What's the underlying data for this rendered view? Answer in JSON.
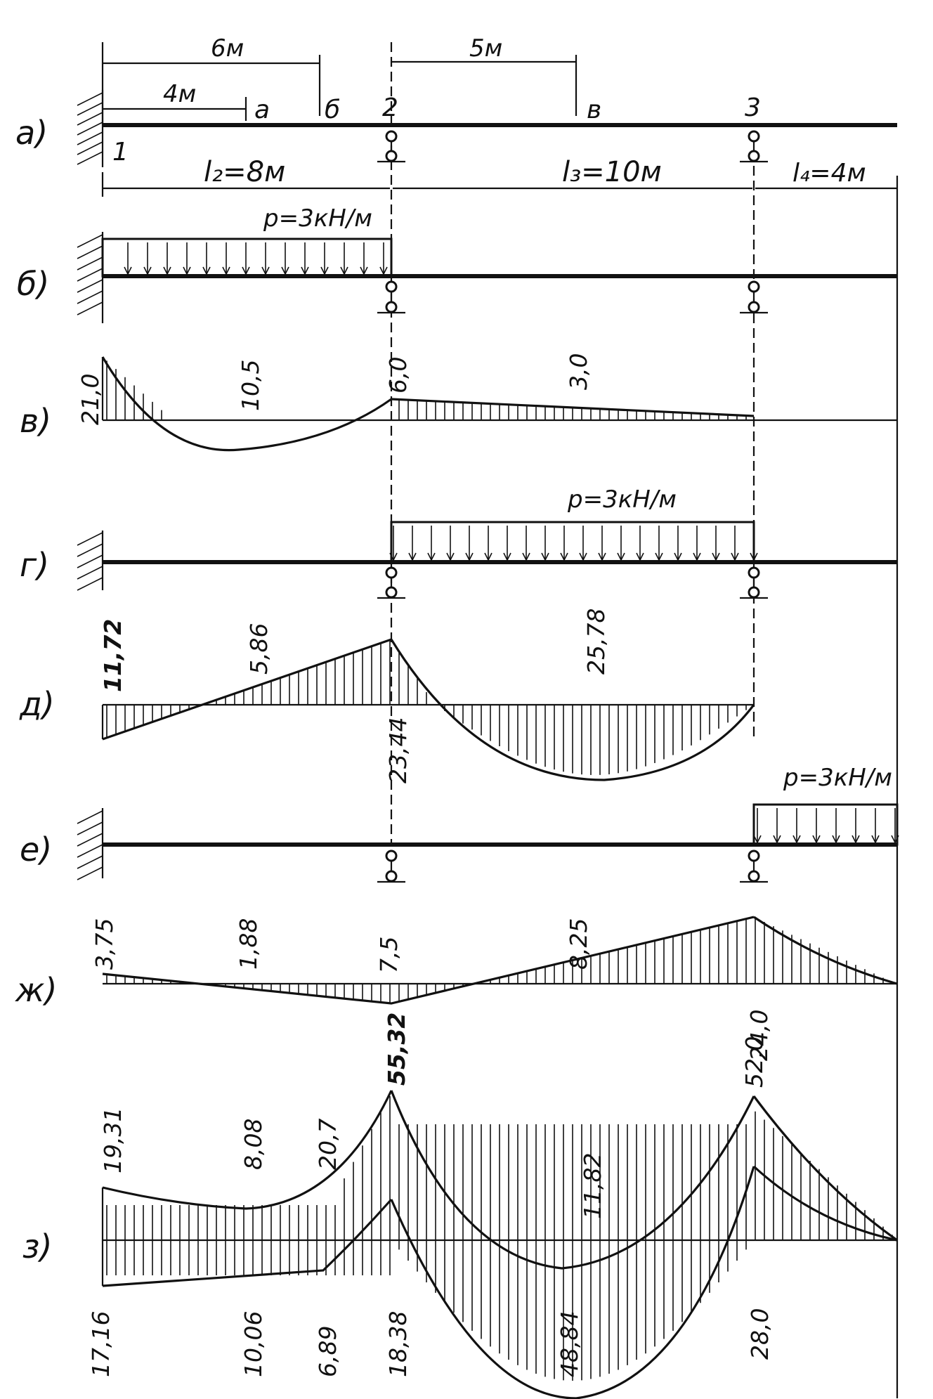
{
  "panel_labels": [
    "а)",
    "б)",
    "в)",
    "г)",
    "д)",
    "е)",
    "ж)",
    "з)"
  ],
  "panel_a": {
    "dims_top": [
      "6м",
      "5м",
      "4м"
    ],
    "points": [
      "а",
      "б",
      "2",
      "в",
      "3",
      "1"
    ],
    "spans": [
      "l₂=8м",
      "l₃=10м",
      "l₄=4м"
    ]
  },
  "loads": {
    "panel_b": "р=3кН/м",
    "panel_g": "р=3кН/м",
    "panel_e": "р=3кН/м"
  },
  "values": {
    "v": [
      "21,0",
      "10,5",
      "6,0",
      "3,0"
    ],
    "d": [
      "11,72",
      "5,86",
      "25,78",
      "23,44"
    ],
    "zh": [
      "3,75",
      "1,88",
      "7,5",
      "8,25",
      "24,0"
    ],
    "z_top": [
      "19,31",
      "8,08",
      "20,7",
      "55,32",
      "11,82",
      "52,0"
    ],
    "z_bottom": [
      "17,16",
      "10,06",
      "6,89",
      "18,38",
      "48,84",
      "28,0"
    ]
  }
}
